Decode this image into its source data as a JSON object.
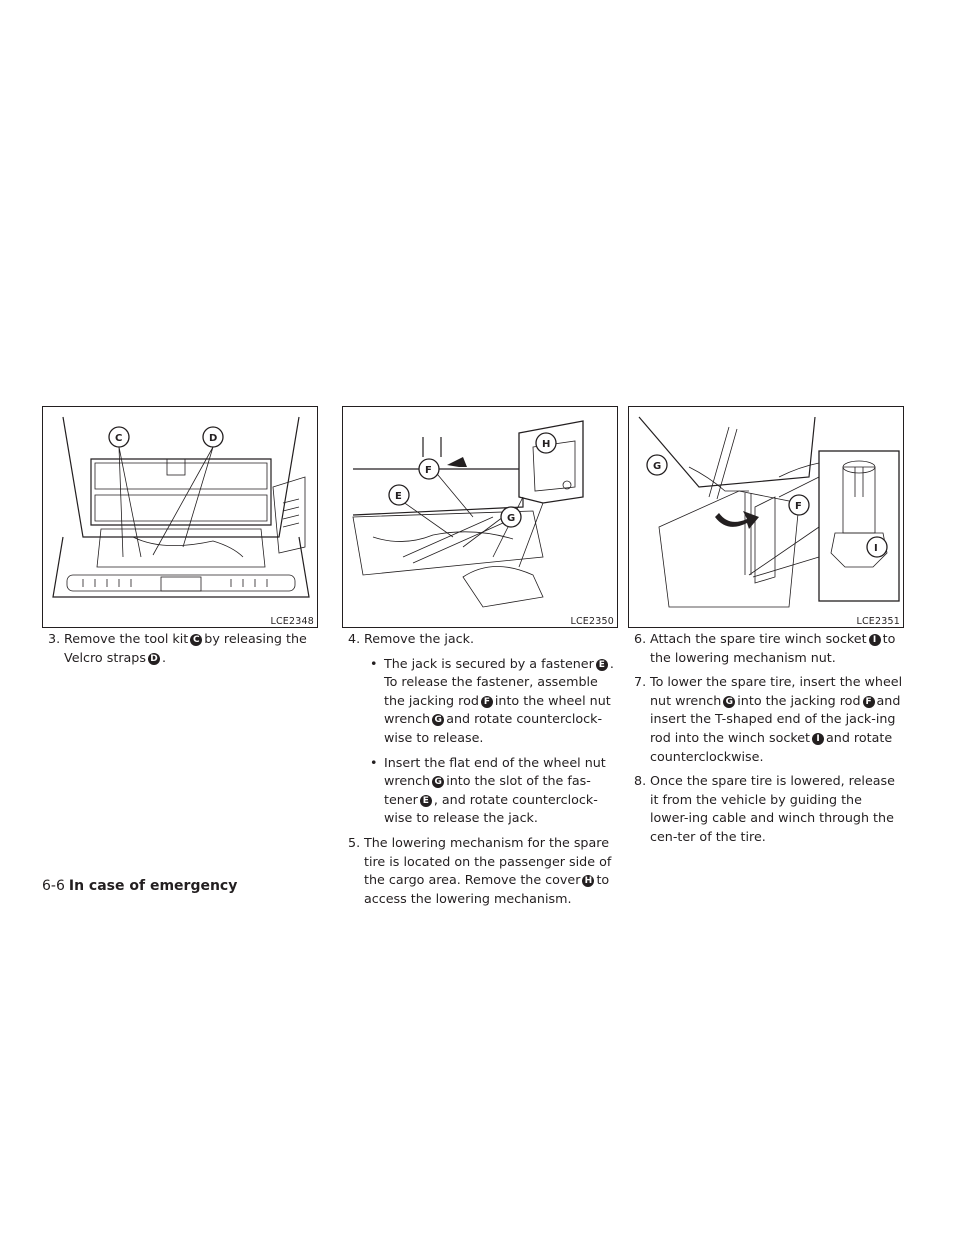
{
  "figures": [
    {
      "code": "LCE2348",
      "callouts": [
        "C",
        "D"
      ]
    },
    {
      "code": "LCE2350",
      "callouts": [
        "H",
        "F",
        "E",
        "G"
      ]
    },
    {
      "code": "LCE2351",
      "callouts": [
        "G",
        "F",
        "I"
      ]
    }
  ],
  "steps": {
    "s3": {
      "num": "3.",
      "t1": "Remove the tool kit",
      "b1": "C",
      "t2": "by releasing the Velcro straps",
      "b2": "D",
      "t3": "."
    },
    "s4": {
      "num": "4.",
      "t1": "Remove the jack."
    },
    "s4a": {
      "dot": "•",
      "t1": "The jack is secured by a fastener",
      "b1": "E",
      "t2": ". To release the fastener, assemble the jacking rod",
      "b2": "F",
      "t3": "into the wheel nut wrench",
      "b3": "G",
      "t4": "and rotate counterclock-wise to release."
    },
    "s4b": {
      "dot": "•",
      "t1": "Insert the flat end of the wheel nut wrench",
      "b1": "G",
      "t2": "into the slot of the fas-tener",
      "b2": "E",
      "t3": ", and rotate counterclock-wise to release the jack."
    },
    "s5": {
      "num": "5.",
      "t1": "The lowering mechanism for the spare tire is located on the passenger side of the cargo area. Remove the cover",
      "b1": "H",
      "t2": "to access the lowering mechanism."
    },
    "s6": {
      "num": "6.",
      "t1": "Attach the spare tire winch socket",
      "b1": "I",
      "t2": "to the lowering mechanism nut."
    },
    "s7": {
      "num": "7.",
      "t1": "To lower the spare tire, insert the wheel nut wrench",
      "b1": "G",
      "t2": "into the jacking rod",
      "b2": "F",
      "t3": "and insert the T-shaped end of the jack-ing rod into the winch socket",
      "b3": "I",
      "t4": "and rotate counterclockwise."
    },
    "s8": {
      "num": "8.",
      "t1": "Once the spare tire is lowered, release it from the vehicle by guiding the lower-ing cable and winch through the cen-ter of the tire."
    }
  },
  "footer": {
    "page": "6-6",
    "section": "In case of emergency"
  }
}
